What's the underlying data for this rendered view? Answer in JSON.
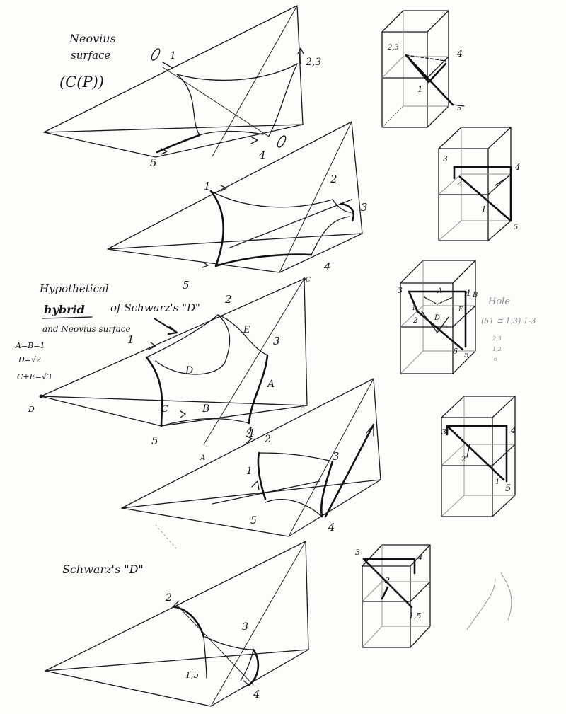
{
  "titles": {
    "neovius_1": "Neovius",
    "neovius_2": "surface",
    "neovius_3": "(C(P))",
    "hybrid_1": "Hypothetical",
    "hybrid_2": "hybrid",
    "hybrid_3": "of Schwarz's \"D\"",
    "hybrid_4": "and Neovius surface",
    "schwarz": "Schwarz's \"D\""
  },
  "legend": {
    "line1": "A=B=1",
    "line2": "D=√2",
    "line3": "C+E=√3"
  },
  "side_note": {
    "line1": "Hole",
    "line2": "(51 ≅ 1,3) 1-3",
    "line3": "2,3",
    "line4": "1,2",
    "line5": "6"
  },
  "labels": {
    "p1_1": "1",
    "p1_23": "2,3",
    "p1_4": "4",
    "p1_5": "5",
    "b1_23": "2,3",
    "b1_4": "4",
    "b1_1": "1",
    "b1_5": "5",
    "p2_1": "1",
    "p2_2": "2",
    "p2_3": "3",
    "p2_4": "4",
    "p2_5": "5",
    "b2_3": "3",
    "b2_4": "4",
    "b2_2": "2",
    "b2_1": "1",
    "b2_5": "5",
    "p3_1": "1",
    "p3_2": "2",
    "p3_3": "3",
    "p3_4": "4",
    "p3_5": "5",
    "p3_A": "A",
    "p3_Ac": "A",
    "p3_B": "B",
    "p3_Bc": "B",
    "p3_C": "C",
    "p3_Cc": "C",
    "p3_D": "D",
    "p3_Dc": "D",
    "p3_E": "E",
    "b3_3": "3",
    "b3_4": "4",
    "b3_1": "1",
    "b3_2": "2",
    "b3_5": "5",
    "b3_6": "6",
    "b3_A": "A",
    "b3_B": "B",
    "b3_D": "D",
    "b3_E": "E",
    "p4_1": "1",
    "p4_2": "2",
    "p4_3": "3",
    "p4_4": "4",
    "p4_4b": "4",
    "p4_5": "5",
    "b4_3": "3",
    "b4_4": "4",
    "b4_2": "2",
    "b4_1": "1",
    "b4_5": "5",
    "p5_2": "2",
    "p5_3": "3",
    "p5_4": "4",
    "p5_15": "1,5",
    "b5_3": "3",
    "b5_4": "4",
    "b5_2": "2",
    "b5_15": "1,5"
  }
}
